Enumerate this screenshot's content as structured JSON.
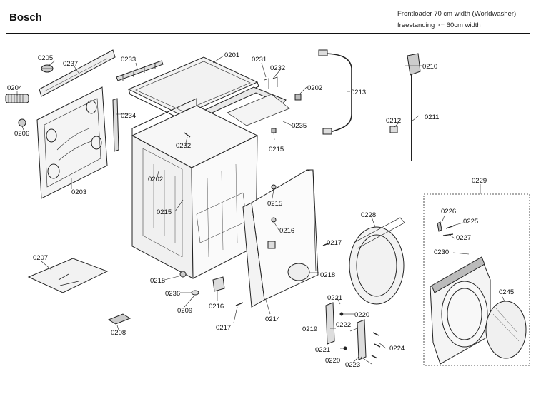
{
  "header": {
    "brand": "Bosch",
    "line1": "Frontloader 70 cm width (Worldwasher)",
    "line2": "freestanding >= 60cm width"
  },
  "callouts": [
    {
      "id": "c0201",
      "label": "0201"
    },
    {
      "id": "c0202a",
      "label": "0202"
    },
    {
      "id": "c0202b",
      "label": "0202"
    },
    {
      "id": "c0203",
      "label": "0203"
    },
    {
      "id": "c0204",
      "label": "0204"
    },
    {
      "id": "c0205",
      "label": "0205"
    },
    {
      "id": "c0206",
      "label": "0206"
    },
    {
      "id": "c0207",
      "label": "0207"
    },
    {
      "id": "c0208",
      "label": "0208"
    },
    {
      "id": "c0209",
      "label": "0209"
    },
    {
      "id": "c0210",
      "label": "0210"
    },
    {
      "id": "c0211",
      "label": "0211"
    },
    {
      "id": "c0212",
      "label": "0212"
    },
    {
      "id": "c0213",
      "label": "0213"
    },
    {
      "id": "c0214",
      "label": "0214"
    },
    {
      "id": "c0215a",
      "label": "0215"
    },
    {
      "id": "c0215b",
      "label": "0215"
    },
    {
      "id": "c0215c",
      "label": "0215"
    },
    {
      "id": "c0215d",
      "label": "0215"
    },
    {
      "id": "c0216a",
      "label": "0216"
    },
    {
      "id": "c0216b",
      "label": "0216"
    },
    {
      "id": "c0217a",
      "label": "0217"
    },
    {
      "id": "c0217b",
      "label": "0217"
    },
    {
      "id": "c0218",
      "label": "0218"
    },
    {
      "id": "c0219",
      "label": "0219"
    },
    {
      "id": "c0220a",
      "label": "0220"
    },
    {
      "id": "c0220b",
      "label": "0220"
    },
    {
      "id": "c0221a",
      "label": "0221"
    },
    {
      "id": "c0221b",
      "label": "0221"
    },
    {
      "id": "c0222",
      "label": "0222"
    },
    {
      "id": "c0223",
      "label": "0223"
    },
    {
      "id": "c0224",
      "label": "0224"
    },
    {
      "id": "c0225",
      "label": "0225"
    },
    {
      "id": "c0226",
      "label": "0226"
    },
    {
      "id": "c0227",
      "label": "0227"
    },
    {
      "id": "c0228",
      "label": "0228"
    },
    {
      "id": "c0229",
      "label": "0229"
    },
    {
      "id": "c0230",
      "label": "0230"
    },
    {
      "id": "c0231",
      "label": "0231"
    },
    {
      "id": "c0232a",
      "label": "0232"
    },
    {
      "id": "c0232b",
      "label": "0232"
    },
    {
      "id": "c0233",
      "label": "0233"
    },
    {
      "id": "c0234",
      "label": "0234"
    },
    {
      "id": "c0235",
      "label": "0235"
    },
    {
      "id": "c0236",
      "label": "0236"
    },
    {
      "id": "c0237",
      "label": "0237"
    },
    {
      "id": "c0245",
      "label": "0245"
    }
  ]
}
